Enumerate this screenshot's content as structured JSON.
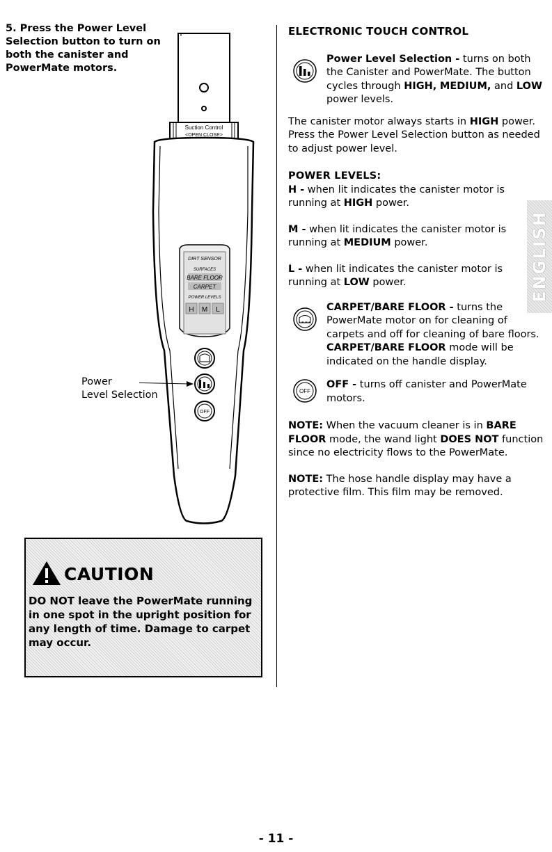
{
  "step": {
    "text": "5. Press the Power Level Selection button to turn on both the canister and PowerMate motors."
  },
  "handle": {
    "suction_label": "Suction Control",
    "suction_sub": "<OPEN CLOSE>",
    "dirt_sensor": "DIRT SENSOR",
    "surfaces": "SURFACES",
    "bare_floor": "BARE FLOOR",
    "carpet": "CARPET",
    "power_levels": "POWER LEVELS",
    "levels": [
      "H",
      "M",
      "L"
    ],
    "off_label": "OFF"
  },
  "callout": {
    "line1": "Power",
    "line2": "Level Selection"
  },
  "caution": {
    "title": "CAUTION",
    "text": "DO NOT leave the PowerMate running in one spot in the upright position for any length of time. Damage to carpet may occur."
  },
  "right": {
    "heading": "ELECTRONIC TOUCH CONTROL",
    "power_sel": {
      "label": "Power Level Selection -",
      "t1": " turns on both the Canister and PowerMate. The button cycles through ",
      "high": "HIGH,",
      "medium": "MEDIUM,",
      "t2": " and ",
      "low": "LOW",
      "t3": " power levels."
    },
    "canister": {
      "t1": "The canister motor always starts in ",
      "high": "HIGH",
      "t2": " power. Press the Power Level Selection button as needed to adjust power level."
    },
    "levels_heading": "POWER LEVELS:",
    "h": {
      "label": "H -",
      "t1": " when lit indicates the canister motor is running at ",
      "val": "HIGH",
      "t2": " power."
    },
    "m": {
      "label": "M -",
      "t1": " when lit indicates the canister motor is running at ",
      "val": "MEDIUM",
      "t2": " power."
    },
    "l": {
      "label": "L -",
      "t1": " when lit indicates the canister motor is running at ",
      "val": "LOW",
      "t2": " power."
    },
    "carpet": {
      "label": "CARPET/BARE FLOOR -",
      "t1": " turns the PowerMate motor on for cleaning of carpets and off for cleaning of bare floors. ",
      "mode": "CARPET/BARE FLOOR",
      "t2": " mode will be indicated on the handle display."
    },
    "off": {
      "label": "OFF -",
      "t1": " turns off canister and PowerMate motors."
    },
    "note1": {
      "label": "NOTE:",
      "t1": " When the vacuum cleaner is in ",
      "bare": "BARE FLOOR",
      "t2": " mode, the wand light ",
      "does_not": "DOES NOT",
      "t3": " function since no electricity flows to the PowerMate."
    },
    "note2": {
      "label": "NOTE:",
      "t1": " The hose handle display may have a protective film. This film may be removed."
    }
  },
  "side_tab": "ENGLISH",
  "page_number": "- 11 -"
}
